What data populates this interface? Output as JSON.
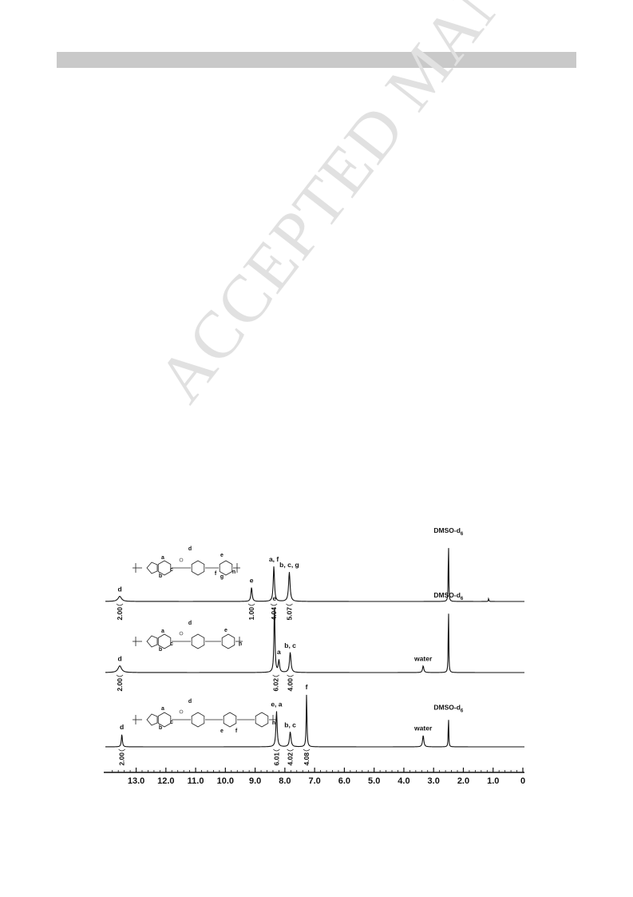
{
  "watermark": "ACCEPTED MANUSCRIPT",
  "chart_data": {
    "type": "line",
    "xlabel": "",
    "ylabel": "",
    "xlim": [
      13.9,
      0
    ],
    "x_ticks": [
      "13.0",
      "12.0",
      "11.0",
      "10.0",
      "9.0",
      "8.0",
      "7.0",
      "6.0",
      "5.0",
      "4.0",
      "3.0",
      "2.0",
      "1.0",
      "0"
    ],
    "x_tick_values": [
      13.0,
      12.0,
      11.0,
      10.0,
      9.0,
      8.0,
      7.0,
      6.0,
      5.0,
      4.0,
      3.0,
      2.0,
      1.0,
      0.0
    ],
    "grid": false,
    "series": [
      {
        "peaks": [
          {
            "ppm": 13.55,
            "height": 0.08,
            "width": 0.14
          },
          {
            "ppm": 9.12,
            "height": 0.22,
            "width": 0.05
          },
          {
            "ppm": 8.37,
            "height": 0.55,
            "width": 0.05
          },
          {
            "ppm": 7.85,
            "height": 0.46,
            "width": 0.06
          },
          {
            "ppm": 2.5,
            "height": 1.0,
            "width": 0.02
          },
          {
            "ppm": 1.15,
            "height": 0.05,
            "width": 0.02
          }
        ],
        "labels": [
          {
            "ppm": 13.55,
            "text": "d"
          },
          {
            "ppm": 9.12,
            "text": "e"
          },
          {
            "ppm": 8.37,
            "text": "a, f"
          },
          {
            "ppm": 7.85,
            "text": "b, c, g"
          },
          {
            "ppm": 2.5,
            "text": "DMSO-d6"
          }
        ],
        "integrals": [
          {
            "ppm": 13.55,
            "text": "2.00"
          },
          {
            "ppm": 9.12,
            "text": "1.00"
          },
          {
            "ppm": 8.37,
            "text": "4.04"
          },
          {
            "ppm": 7.85,
            "text": "5.07"
          }
        ],
        "structure_labels": [
          "a",
          "b",
          "c",
          "d",
          "e",
          "f",
          "g",
          "n"
        ]
      },
      {
        "peaks": [
          {
            "ppm": 13.55,
            "height": 0.1,
            "width": 0.14
          },
          {
            "ppm": 8.35,
            "height": 1.0,
            "width": 0.04
          },
          {
            "ppm": 8.2,
            "height": 0.18,
            "width": 0.05
          },
          {
            "ppm": 7.82,
            "height": 0.3,
            "width": 0.06
          },
          {
            "ppm": 3.35,
            "height": 0.1,
            "width": 0.05
          },
          {
            "ppm": 2.5,
            "height": 1.05,
            "width": 0.02
          }
        ],
        "labels": [
          {
            "ppm": 13.55,
            "text": "d"
          },
          {
            "ppm": 8.35,
            "text": "e"
          },
          {
            "ppm": 8.2,
            "text": "a"
          },
          {
            "ppm": 7.82,
            "text": "b, c"
          },
          {
            "ppm": 3.35,
            "text": "water"
          },
          {
            "ppm": 2.5,
            "text": "DMSO-d6"
          }
        ],
        "integrals": [
          {
            "ppm": 13.55,
            "text": "2.00"
          },
          {
            "ppm": 8.3,
            "text": "6.02"
          },
          {
            "ppm": 7.82,
            "text": "4.00"
          }
        ],
        "structure_labels": [
          "a",
          "b",
          "c",
          "d",
          "e",
          "n"
        ]
      },
      {
        "peaks": [
          {
            "ppm": 13.48,
            "height": 0.22,
            "width": 0.04
          },
          {
            "ppm": 8.28,
            "height": 0.62,
            "width": 0.05
          },
          {
            "ppm": 7.82,
            "height": 0.26,
            "width": 0.06
          },
          {
            "ppm": 7.27,
            "height": 0.92,
            "width": 0.03
          },
          {
            "ppm": 3.35,
            "height": 0.2,
            "width": 0.05
          },
          {
            "ppm": 2.5,
            "height": 0.56,
            "width": 0.02
          }
        ],
        "labels": [
          {
            "ppm": 13.48,
            "text": "d"
          },
          {
            "ppm": 8.28,
            "text": "e, a"
          },
          {
            "ppm": 7.82,
            "text": "b, c"
          },
          {
            "ppm": 7.27,
            "text": "f"
          },
          {
            "ppm": 3.35,
            "text": "water"
          },
          {
            "ppm": 2.5,
            "text": "DMSO-d6"
          }
        ],
        "integrals": [
          {
            "ppm": 13.48,
            "text": "2.00"
          },
          {
            "ppm": 8.28,
            "text": "6.01"
          },
          {
            "ppm": 7.82,
            "text": "4.02"
          },
          {
            "ppm": 7.27,
            "text": "4.08"
          }
        ],
        "structure_labels": [
          "a",
          "b",
          "c",
          "d",
          "e",
          "f",
          "n"
        ]
      }
    ]
  }
}
